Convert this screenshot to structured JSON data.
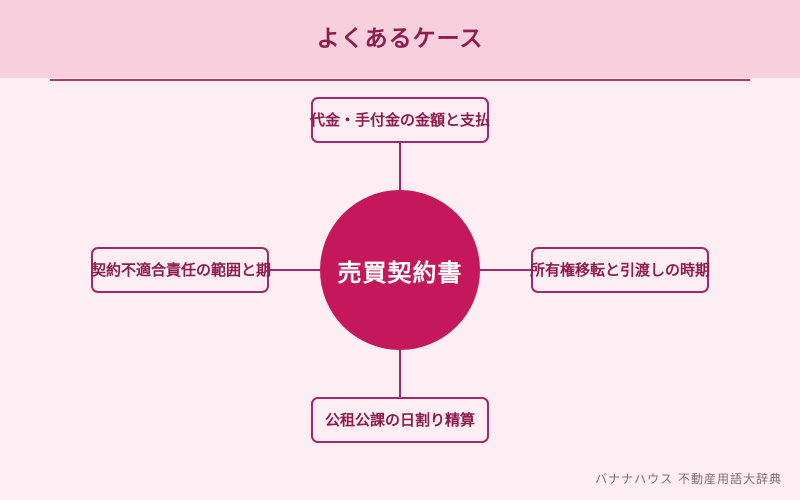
{
  "header": {
    "title": "よくあるケース"
  },
  "diagram": {
    "center": {
      "label": "売買契約書"
    },
    "nodes": {
      "top": {
        "label": "代金・手付金の金額と支払"
      },
      "left": {
        "label": "契約不適合責任の範囲と期"
      },
      "right": {
        "label": "所有権移転と引渡しの時期"
      },
      "bottom": {
        "label": "公租公課の日割り精算"
      }
    }
  },
  "footer": {
    "credit": "バナナハウス 不動産用語大辞典"
  },
  "colors": {
    "header_bg": "#f7cfdd",
    "page_bg": "#fdeef3",
    "accent": "#c4185b",
    "text": "#8e1c4e",
    "border": "#a3286a"
  }
}
